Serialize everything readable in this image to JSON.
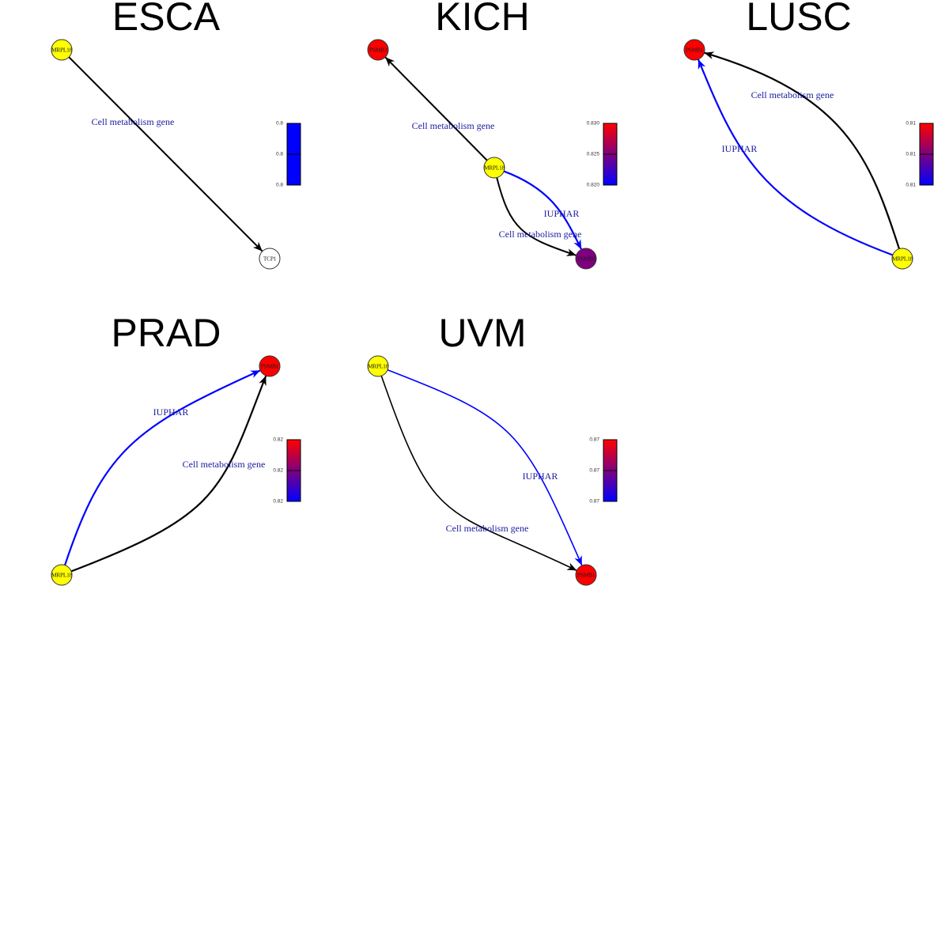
{
  "panels": [
    {
      "title": "ESCA",
      "nodes": [
        {
          "id": "MRPL18",
          "label": "MRPL18",
          "color": "#ffff00"
        },
        {
          "id": "TCP1",
          "label": "TCP1",
          "color": "#ffffff"
        }
      ],
      "edges": [
        {
          "from": "MRPL18",
          "to": "TCP1",
          "label": "Cell metabolism gene",
          "color": "#000000",
          "curve": 0
        }
      ],
      "colorbar": {
        "ticks": [
          "0.8",
          "0.8",
          "0.8"
        ],
        "gradient": [
          "#0000ff",
          "#0000ff"
        ]
      }
    },
    {
      "title": "KICH",
      "nodes": [
        {
          "id": "PSMB3",
          "label": "PSMB3",
          "color": "#ff0000"
        },
        {
          "id": "MRPL18",
          "label": "MRPL18",
          "color": "#ffff00"
        },
        {
          "id": "PSMB6",
          "label": "PSMB6",
          "color": "#800080"
        }
      ],
      "edges": [
        {
          "from": "MRPL18",
          "to": "PSMB3",
          "label": "Cell metabolism gene",
          "color": "#000000",
          "curve": 0
        },
        {
          "from": "MRPL18",
          "to": "PSMB6",
          "label": "IUPHAR",
          "color": "#0000ff",
          "curve": 1
        },
        {
          "from": "MRPL18",
          "to": "PSMB6",
          "label": "Cell metabolism gene",
          "color": "#000000",
          "curve": -1
        }
      ],
      "colorbar": {
        "ticks": [
          "0.830",
          "0.825",
          "0.820"
        ],
        "gradient": [
          "#ff0000",
          "#0000ff"
        ]
      }
    },
    {
      "title": "LUSC",
      "nodes": [
        {
          "id": "PSMB1",
          "label": "PSMB1",
          "color": "#ff0000"
        },
        {
          "id": "MRPL18",
          "label": "MRPL18",
          "color": "#ffff00"
        }
      ],
      "edges": [
        {
          "from": "MRPL18",
          "to": "PSMB1",
          "label": "Cell metabolism gene",
          "color": "#000000",
          "curve": 1
        },
        {
          "from": "MRPL18",
          "to": "PSMB1",
          "label": "IUPHAR",
          "color": "#0000ff",
          "curve": -1
        }
      ],
      "colorbar": {
        "ticks": [
          "0.81",
          "0.81",
          "0.81"
        ],
        "gradient": [
          "#ff0000",
          "#0000ff"
        ]
      }
    },
    {
      "title": "PRAD",
      "nodes": [
        {
          "id": "PSMB1",
          "label": "PSMB1",
          "color": "#ff0000"
        },
        {
          "id": "MRPL18",
          "label": "MRPL18",
          "color": "#ffff00"
        }
      ],
      "edges": [
        {
          "from": "MRPL18",
          "to": "PSMB1",
          "label": "IUPHAR",
          "color": "#0000ff",
          "curve": 1
        },
        {
          "from": "MRPL18",
          "to": "PSMB1",
          "label": "Cell metabolism gene",
          "color": "#000000",
          "curve": -1
        }
      ],
      "colorbar": {
        "ticks": [
          "0.82",
          "0.82",
          "0.82"
        ],
        "gradient": [
          "#ff0000",
          "#0000ff"
        ]
      }
    },
    {
      "title": "UVM",
      "nodes": [
        {
          "id": "MRPL18",
          "label": "MRPL18",
          "color": "#ffff00"
        },
        {
          "id": "PSMB1",
          "label": "PSMB1",
          "color": "#ff0000"
        }
      ],
      "edges": [
        {
          "from": "MRPL18",
          "to": "PSMB1",
          "label": "IUPHAR",
          "color": "#0000ff",
          "curve": 1
        },
        {
          "from": "MRPL18",
          "to": "PSMB1",
          "label": "Cell metabolism gene",
          "color": "#000000",
          "curve": -1
        }
      ],
      "colorbar": {
        "ticks": [
          "0.87",
          "0.87",
          "0.87"
        ],
        "gradient": [
          "#ff0000",
          "#0000ff"
        ]
      }
    }
  ]
}
